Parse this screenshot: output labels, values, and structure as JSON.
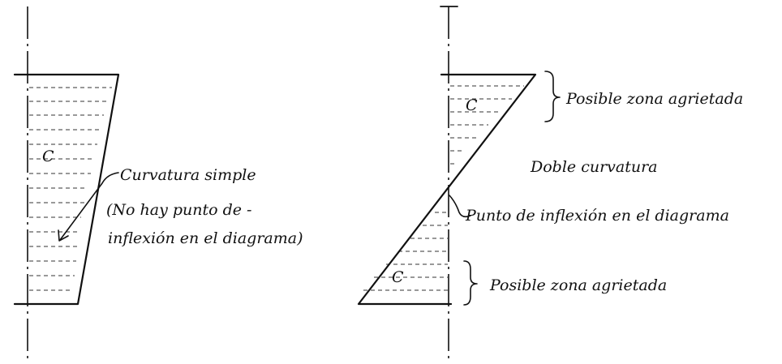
{
  "left_diagram": {
    "curvature_label": "Curvatura simple",
    "note_line1": "(No hay punto de -",
    "note_line2": "inflexión en el diagrama)",
    "compression_symbol": "C"
  },
  "right_diagram": {
    "top_zone_label": "Posible zona agrietada",
    "curvature_label": "Doble curvatura",
    "inflection_label": "Punto de inflexión en el diagrama",
    "bottom_zone_label": "Posible zona agrietada",
    "compression_symbol_top": "C",
    "compression_symbol_bottom": "C"
  }
}
